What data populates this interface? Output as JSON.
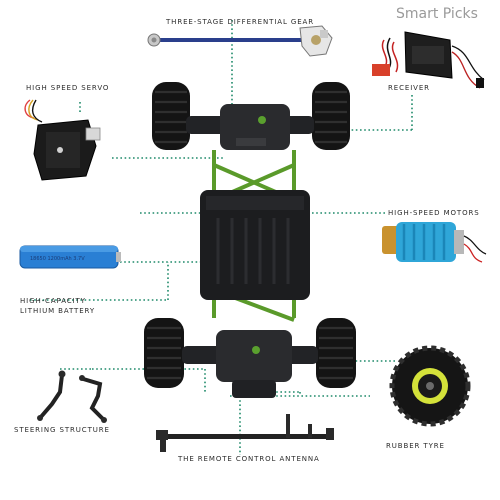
{
  "watermark": "Smart Picks",
  "labels": {
    "differential": "THREE-STAGE DIFFERENTIAL GEAR",
    "receiver": "RECEIVER",
    "servo": "HIGH SPEED SERVO",
    "motors": "HIGH-SPEED MOTORS",
    "battery_line1": "HIGH-CAPACITY",
    "battery_line2": "LITHIUM BATTERY",
    "steering": "STEERING STRUCTURE",
    "antenna": "THE REMOTE CONTROL ANTENNA",
    "tyre": "RUBBER TYRE"
  },
  "battery_print": "18650 1200mAh 3.7V",
  "colors": {
    "connector": "#1f8a6a",
    "label_text": "#2b2b2b",
    "chassis": "#1c1d1f",
    "tire": "#141414",
    "frame_green": "#5a9a2a",
    "battery": "#2a7fd4",
    "motor": "#2fa6d8",
    "rim": "#d4e23a"
  }
}
